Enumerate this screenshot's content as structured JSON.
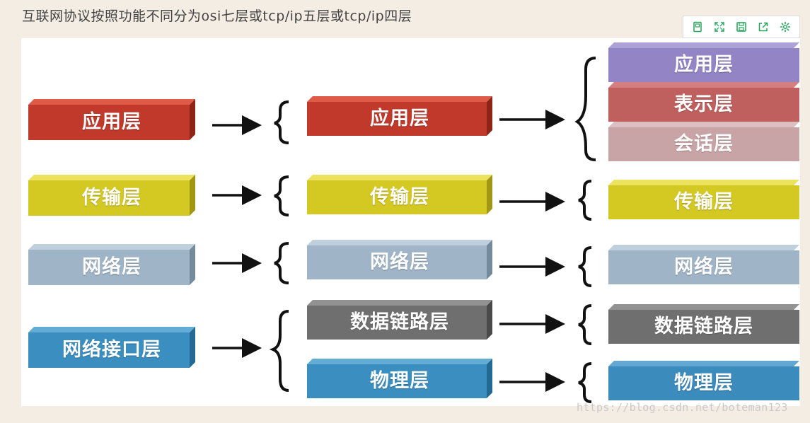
{
  "caption": "互联网协议按照功能不同分为osi七层或tcp/ip五层或tcp/ip四层",
  "toolbar": {
    "buttons": [
      {
        "name": "copy-icon"
      },
      {
        "name": "fullscreen-icon"
      },
      {
        "name": "save-icon"
      },
      {
        "name": "share-icon"
      },
      {
        "name": "settings-icon"
      }
    ],
    "accent": "#23a55a"
  },
  "colors": {
    "red": "#c0392b",
    "yellow": "#d4c823",
    "blue_gray": "#9fb4c6",
    "teal": "#3a8fc0",
    "dark_gray": "#6f6f6f",
    "purple": "#9384c6",
    "rose": "#c0605e",
    "pink": "#c9a4a6",
    "deep_blue": "#3c8bbd"
  },
  "diagram": {
    "four_layer": [
      "应用层",
      "传输层",
      "网络层",
      "网络接口层"
    ],
    "five_layer": [
      "应用层",
      "传输层",
      "网络层",
      "数据链路层",
      "物理层"
    ],
    "seven_layer": [
      "应用层",
      "表示层",
      "会话层",
      "传输层",
      "网络层",
      "数据链路层",
      "物理层"
    ]
  },
  "watermark": "https://blog.csdn.net/boteman123"
}
